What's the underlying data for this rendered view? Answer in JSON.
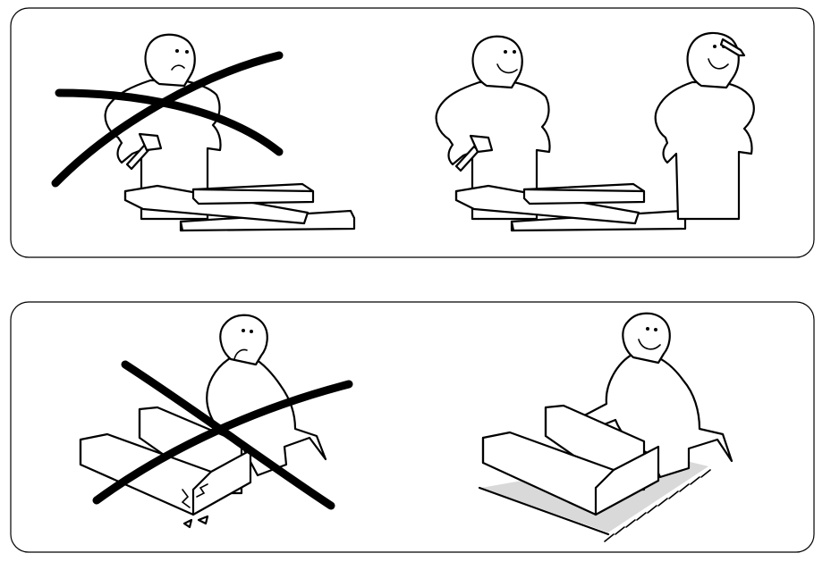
{
  "panels": [
    {
      "id": "top",
      "scenes": [
        "assembling-alone-crossed-out",
        "assembling-with-helper-approved"
      ]
    },
    {
      "id": "bottom",
      "scenes": [
        "assembling-on-hard-floor-crossed-out",
        "assembling-on-soft-rug-approved"
      ]
    }
  ],
  "colors": {
    "ink": "#000000",
    "paper": "#ffffff",
    "rug": "#d9d9d9"
  }
}
